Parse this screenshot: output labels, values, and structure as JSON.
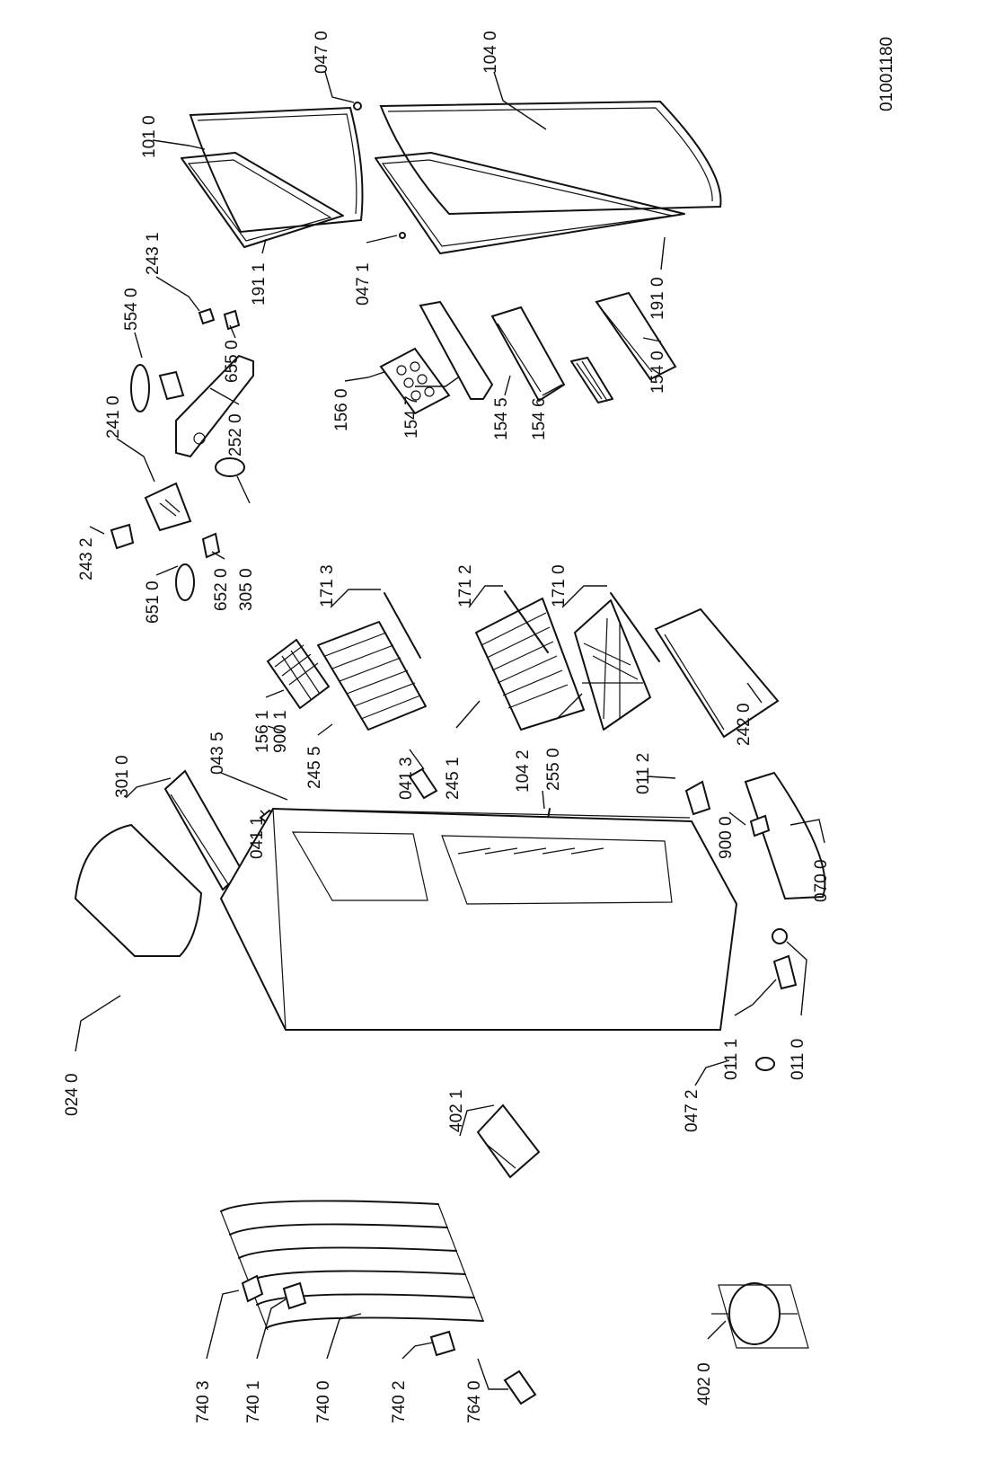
{
  "document_id": "01001180",
  "labels": {
    "l0470": "047 0",
    "l1040": "104 0",
    "l1010": "101 0",
    "l2431": "243 1",
    "l1911": "191 1",
    "l0471": "047 1",
    "l5540": "554 0",
    "l6550": "655 0",
    "l2410": "241 0",
    "l2520": "252 0",
    "l1560": "156 0",
    "l1547": "154 7",
    "l1545": "154 5",
    "l1546": "154 6",
    "l1910": "191 0",
    "l1540": "154 0",
    "l2432": "243 2",
    "l6510": "651 0",
    "l6520": "652 0",
    "l3050": "305 0",
    "l1713": "171 3",
    "l1712": "171 2",
    "l1710": "171 0",
    "l3010": "301 0",
    "l0435": "043 5",
    "l1561": "156 1",
    "l9001": "900 1",
    "l2455": "245 5",
    "l0413": "041 3",
    "l2451": "245 1",
    "l1042": "104 2",
    "l2550": "255 0",
    "l0112": "011 2",
    "l2420": "242 0",
    "l0411": "041 1",
    "l9000": "900 0",
    "l0700": "070  0",
    "l0240": "024 0",
    "l4021": "402 1",
    "l0472": "047 2",
    "l0111": "011 1",
    "l0110": "011 0",
    "l4020": "402 0",
    "l7403": "740 3",
    "l7401": "740 1",
    "l7400": "740 0",
    "l7402": "740 2",
    "l7640": "764 0"
  }
}
